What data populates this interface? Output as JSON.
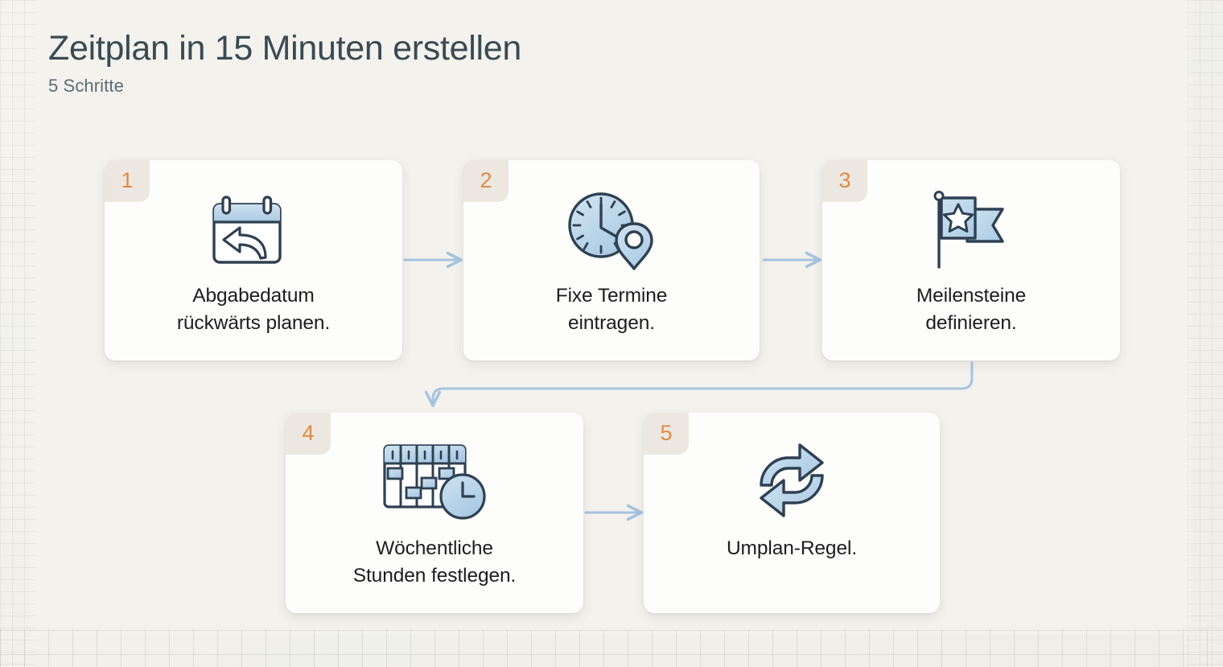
{
  "header": {
    "title": "Zeitplan in 15 Minuten erstellen",
    "subtitle": "5 Schritte"
  },
  "colors": {
    "background": "#f2f1ec",
    "card": "#fdfdfc",
    "badge_bg": "#ece8e1",
    "badge_text": "#e08a45",
    "title_text": "#3a4a52",
    "subtitle_text": "#5d6c73",
    "label_text": "#1d1d1f",
    "connector": "#a7c4de",
    "icon_fill": "#bcd6e8",
    "icon_stroke": "#2e4052"
  },
  "steps": [
    {
      "number": "1",
      "label": "Abgabedatum rückwärts planen.",
      "label_line1": "Abgabedatum",
      "label_line2": "rückwärts planen.",
      "icon": "calendar-back-arrow-icon"
    },
    {
      "number": "2",
      "label": "Fixe Termine eintragen.",
      "label_line1": "Fixe Termine",
      "label_line2": "eintragen.",
      "icon": "clock-location-pin-icon"
    },
    {
      "number": "3",
      "label": "Meilensteine definieren.",
      "label_line1": "Meilensteine",
      "label_line2": "definieren.",
      "icon": "flag-star-icon"
    },
    {
      "number": "4",
      "label": "Wöchentliche Stunden festlegen.",
      "label_line1": "Wöchentliche",
      "label_line2": "Stunden festlegen.",
      "icon": "weekly-timetable-clock-icon"
    },
    {
      "number": "5",
      "label": "Umplan-Regel.",
      "label_line1": "Umplan-Regel.",
      "label_line2": "",
      "icon": "refresh-cycle-arrows-icon"
    }
  ],
  "connectors": [
    {
      "name": "arrow-step1-to-step2",
      "type": "straight-right"
    },
    {
      "name": "arrow-step2-to-step3",
      "type": "straight-right"
    },
    {
      "name": "arrow-step3-to-step4",
      "type": "wrap-down-left"
    },
    {
      "name": "arrow-step4-to-step5",
      "type": "straight-right"
    }
  ]
}
